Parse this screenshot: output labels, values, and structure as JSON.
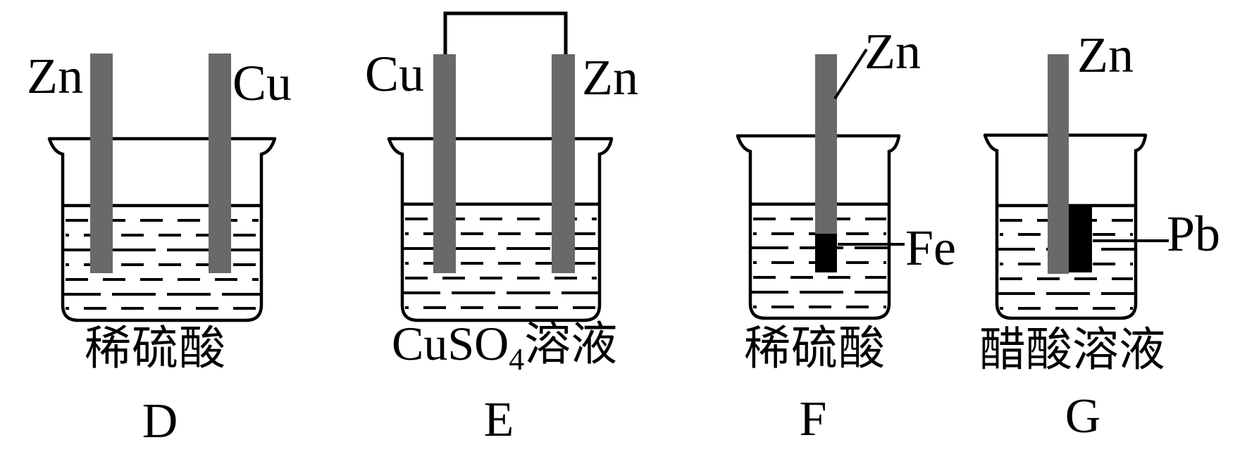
{
  "colors": {
    "electrode_gray": "#696969",
    "attachment_black": "#000000",
    "outline_black": "#000000"
  },
  "diagrams": [
    {
      "caption": "D",
      "left_electrode": "Zn",
      "right_electrode": "Cu",
      "solution": "稀硫酸",
      "connected_by_wire": false
    },
    {
      "caption": "E",
      "left_electrode": "Cu",
      "right_electrode": "Zn",
      "solution_main": "CuSO",
      "solution_sub": "4",
      "solution_tail": "溶液",
      "connected_by_wire": true
    },
    {
      "caption": "F",
      "rod": "Zn",
      "attachment": "Fe",
      "solution": "稀硫酸"
    },
    {
      "caption": "G",
      "rod": "Zn",
      "attachment": "Pb",
      "solution": "醋酸溶液"
    }
  ]
}
